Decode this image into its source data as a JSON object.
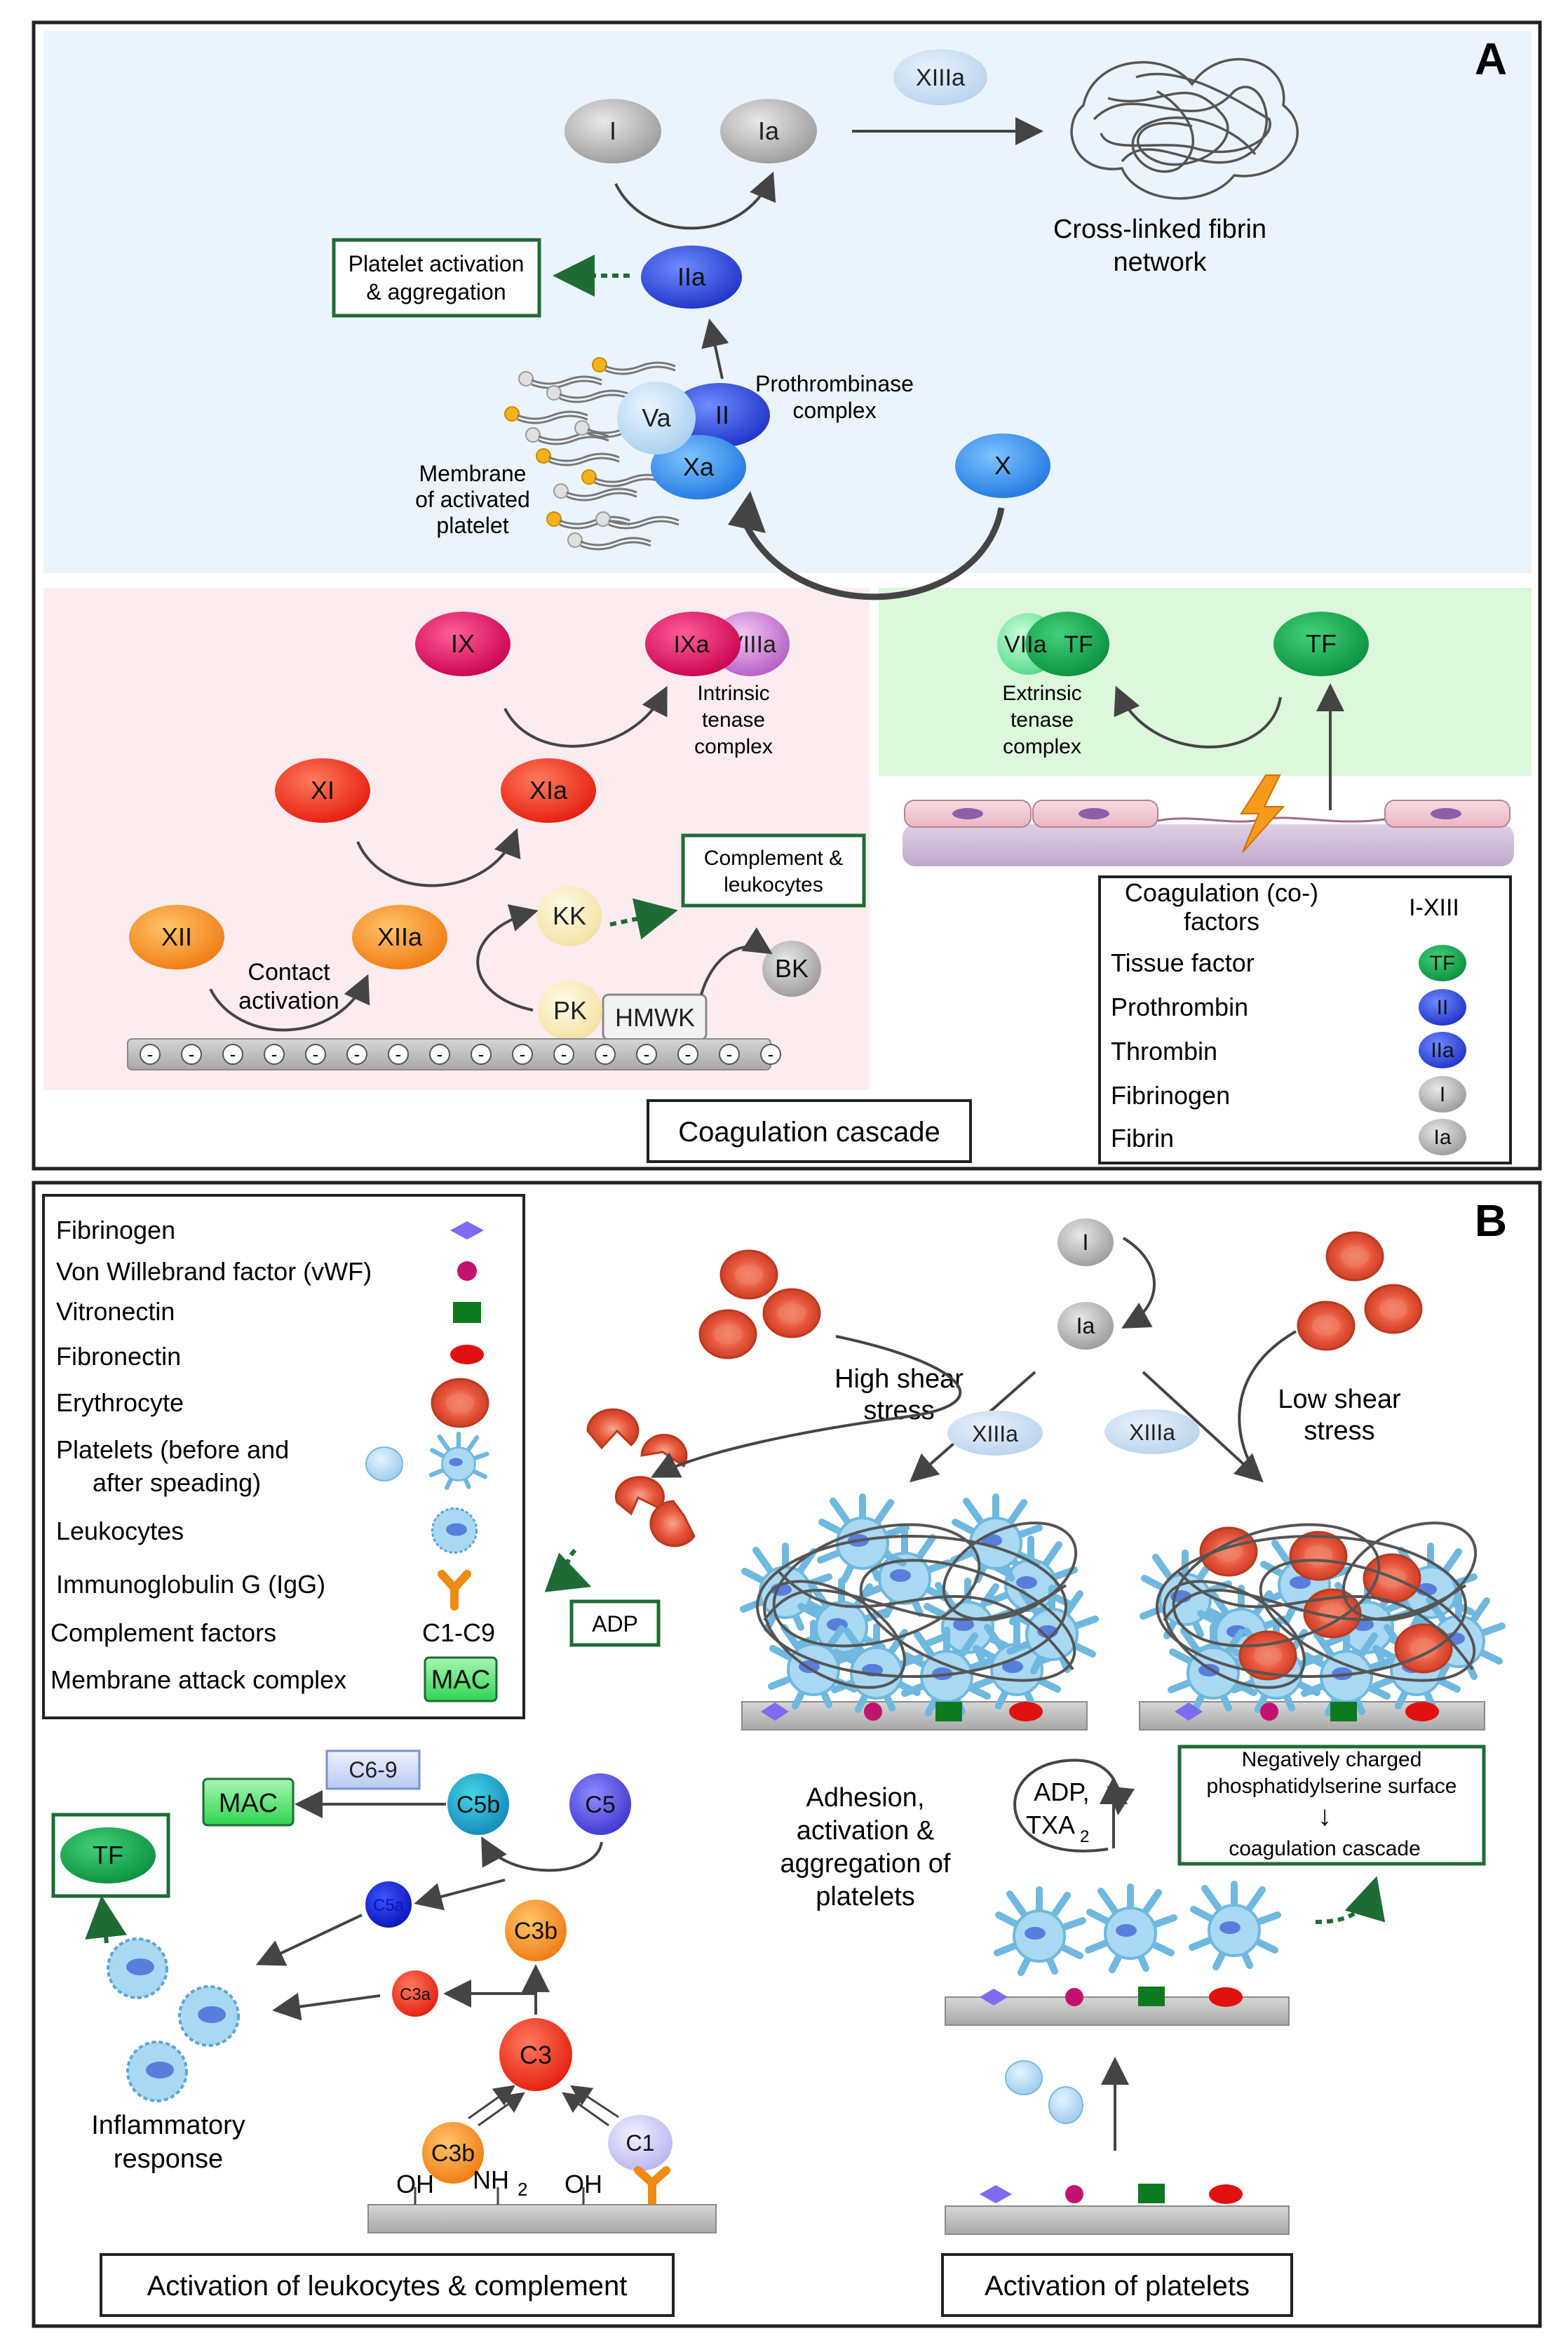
{
  "panelA": {
    "letter": "A",
    "factors": {
      "I": "I",
      "Ia": "Ia",
      "XIIIa": "XIIIa",
      "IIa": "IIa",
      "Va": "Va",
      "II": "II",
      "Xa": "Xa",
      "X": "X",
      "IX": "IX",
      "IXa": "IXa",
      "VIIIa": "VIIIa",
      "XI": "XI",
      "XIa": "XIa",
      "XII": "XII",
      "XIIa": "XIIa",
      "KK": "KK",
      "PK": "PK",
      "HMWK": "HMWK",
      "BK": "BK",
      "VIIa": "VIIa",
      "TF_complex": "TF",
      "TF": "TF"
    },
    "fibrin_network": [
      "Cross-linked fibrin",
      "network"
    ],
    "platelet_box": [
      "Platelet activation",
      "& aggregation"
    ],
    "prothrombinase": [
      "Prothrombinase",
      "complex"
    ],
    "membrane": [
      "Membrane",
      "of activated",
      "platelet"
    ],
    "intrinsic": [
      "Intrinsic",
      "tenase",
      "complex"
    ],
    "extrinsic": [
      "Extrinsic",
      "tenase",
      "complex"
    ],
    "contact": [
      "Contact",
      "activation"
    ],
    "complement_box": [
      "Complement &",
      "leukocytes"
    ],
    "surface_sign": "-",
    "title": "Coagulation cascade",
    "legend": {
      "header": [
        "Coagulation (co-)",
        "factors"
      ],
      "header_symbol": "I-XIII",
      "rows": [
        {
          "label": "Tissue factor",
          "symbol": "TF"
        },
        {
          "label": "Prothrombin",
          "symbol": "II"
        },
        {
          "label": "Thrombin",
          "symbol": "IIa"
        },
        {
          "label": "Fibrinogen",
          "symbol": "I"
        },
        {
          "label": "Fibrin",
          "symbol": "Ia"
        }
      ]
    }
  },
  "panelB": {
    "letter": "B",
    "legend": {
      "rows": [
        {
          "label": "Fibrinogen"
        },
        {
          "label": "Von Willebrand factor (vWF)"
        },
        {
          "label": "Vitronectin"
        },
        {
          "label": "Fibronectin"
        },
        {
          "label": "Erythrocyte"
        },
        {
          "label": "Platelets (before and"
        },
        {
          "label": "after speading)"
        },
        {
          "label": "Leukocytes"
        },
        {
          "label": "Immunoglobulin G (IgG)"
        },
        {
          "label": "Complement factors",
          "symbol": "C1-C9"
        },
        {
          "label": "Membrane attack complex",
          "symbol": "MAC"
        }
      ]
    },
    "I": "I",
    "Ia": "Ia",
    "XIIIa_left": "XIIIa",
    "XIIIa_right": "XIIIa",
    "high_shear": [
      "High shear",
      "stress"
    ],
    "low_shear": [
      "Low shear",
      "stress"
    ],
    "ADP": "ADP",
    "adhesion": [
      "Adhesion,",
      "activation &",
      "aggregation of",
      "platelets"
    ],
    "adp_txa_top": "ADP,",
    "adp_txa_bottom": "TXA",
    "txa_sub": "2",
    "neg_box": [
      "Negatively charged",
      "phosphatidylserine surface",
      "↓",
      "coagulation cascade"
    ],
    "complement": {
      "C6_9": "C6-9",
      "MAC": "MAC",
      "C5b": "C5b",
      "C5": "C5",
      "C5a": "C5a",
      "C3b_top": "C3b",
      "C3a": "C3a",
      "C3": "C3",
      "C3b_bottom": "C3b",
      "C1": "C1",
      "TF": "TF",
      "OH1": "OH",
      "NH": "NH",
      "NH_sub": "2",
      "OH2": "OH",
      "inflammatory": [
        "Inflammatory",
        "response"
      ]
    },
    "title_left": "Activation of leukocytes & complement",
    "title_right": "Activation of platelets"
  }
}
